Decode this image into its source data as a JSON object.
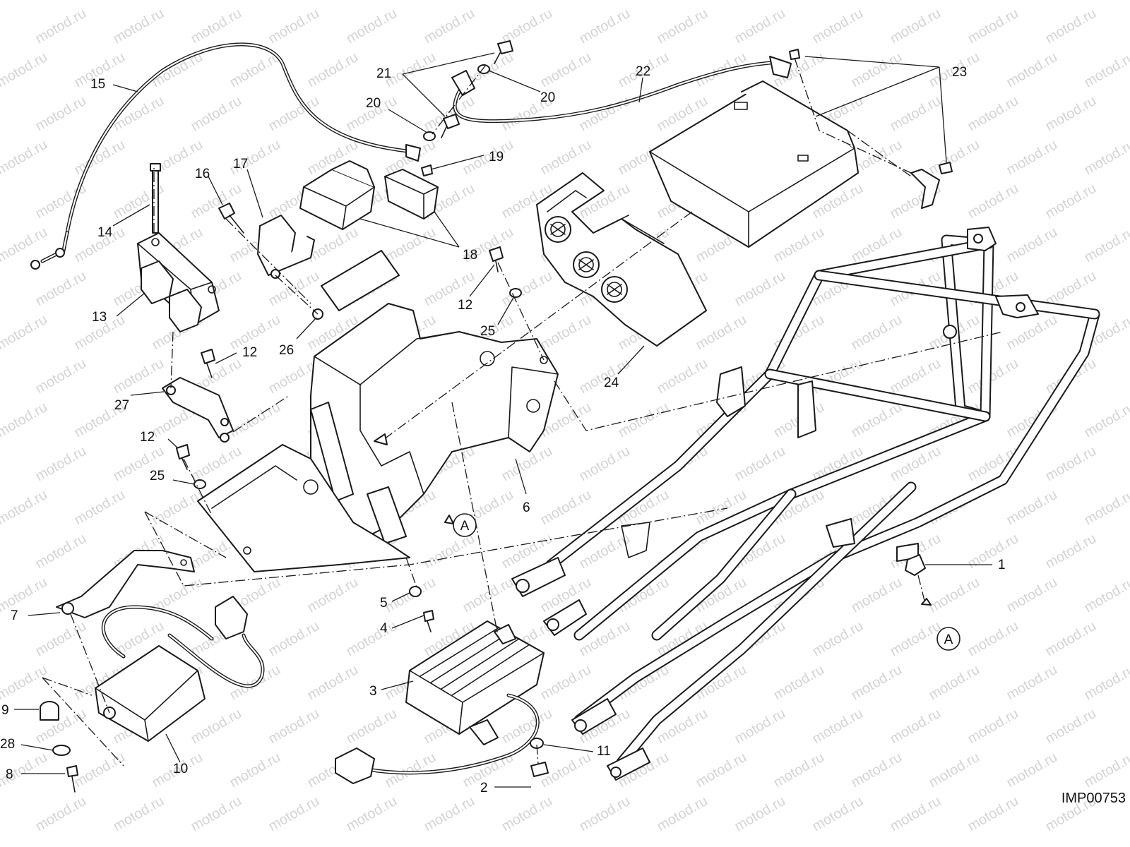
{
  "watermark": {
    "text": "motod.ru",
    "color": "#d4d4d4"
  },
  "figure_code": "IMP00753",
  "reference_marks": [
    {
      "id": "ref-a-upper",
      "label": "A"
    },
    {
      "id": "ref-a-lower",
      "label": "A"
    }
  ],
  "callouts": [
    {
      "id": "c1",
      "label": "1"
    },
    {
      "id": "c2",
      "label": "2"
    },
    {
      "id": "c3",
      "label": "3"
    },
    {
      "id": "c4",
      "label": "4"
    },
    {
      "id": "c5",
      "label": "5"
    },
    {
      "id": "c6",
      "label": "6"
    },
    {
      "id": "c7",
      "label": "7"
    },
    {
      "id": "c8",
      "label": "8"
    },
    {
      "id": "c9",
      "label": "9"
    },
    {
      "id": "c10",
      "label": "10"
    },
    {
      "id": "c11",
      "label": "11"
    },
    {
      "id": "c12a",
      "label": "12"
    },
    {
      "id": "c12b",
      "label": "12"
    },
    {
      "id": "c12c",
      "label": "12"
    },
    {
      "id": "c13",
      "label": "13"
    },
    {
      "id": "c14",
      "label": "14"
    },
    {
      "id": "c15",
      "label": "15"
    },
    {
      "id": "c16",
      "label": "16"
    },
    {
      "id": "c17",
      "label": "17"
    },
    {
      "id": "c18",
      "label": "18"
    },
    {
      "id": "c19",
      "label": "19"
    },
    {
      "id": "c20a",
      "label": "20"
    },
    {
      "id": "c20b",
      "label": "20"
    },
    {
      "id": "c21",
      "label": "21"
    },
    {
      "id": "c22",
      "label": "22"
    },
    {
      "id": "c23",
      "label": "23"
    },
    {
      "id": "c24",
      "label": "24"
    },
    {
      "id": "c25a",
      "label": "25"
    },
    {
      "id": "c25b",
      "label": "25"
    },
    {
      "id": "c26",
      "label": "26"
    },
    {
      "id": "c27",
      "label": "27"
    },
    {
      "id": "c28",
      "label": "28"
    }
  ]
}
